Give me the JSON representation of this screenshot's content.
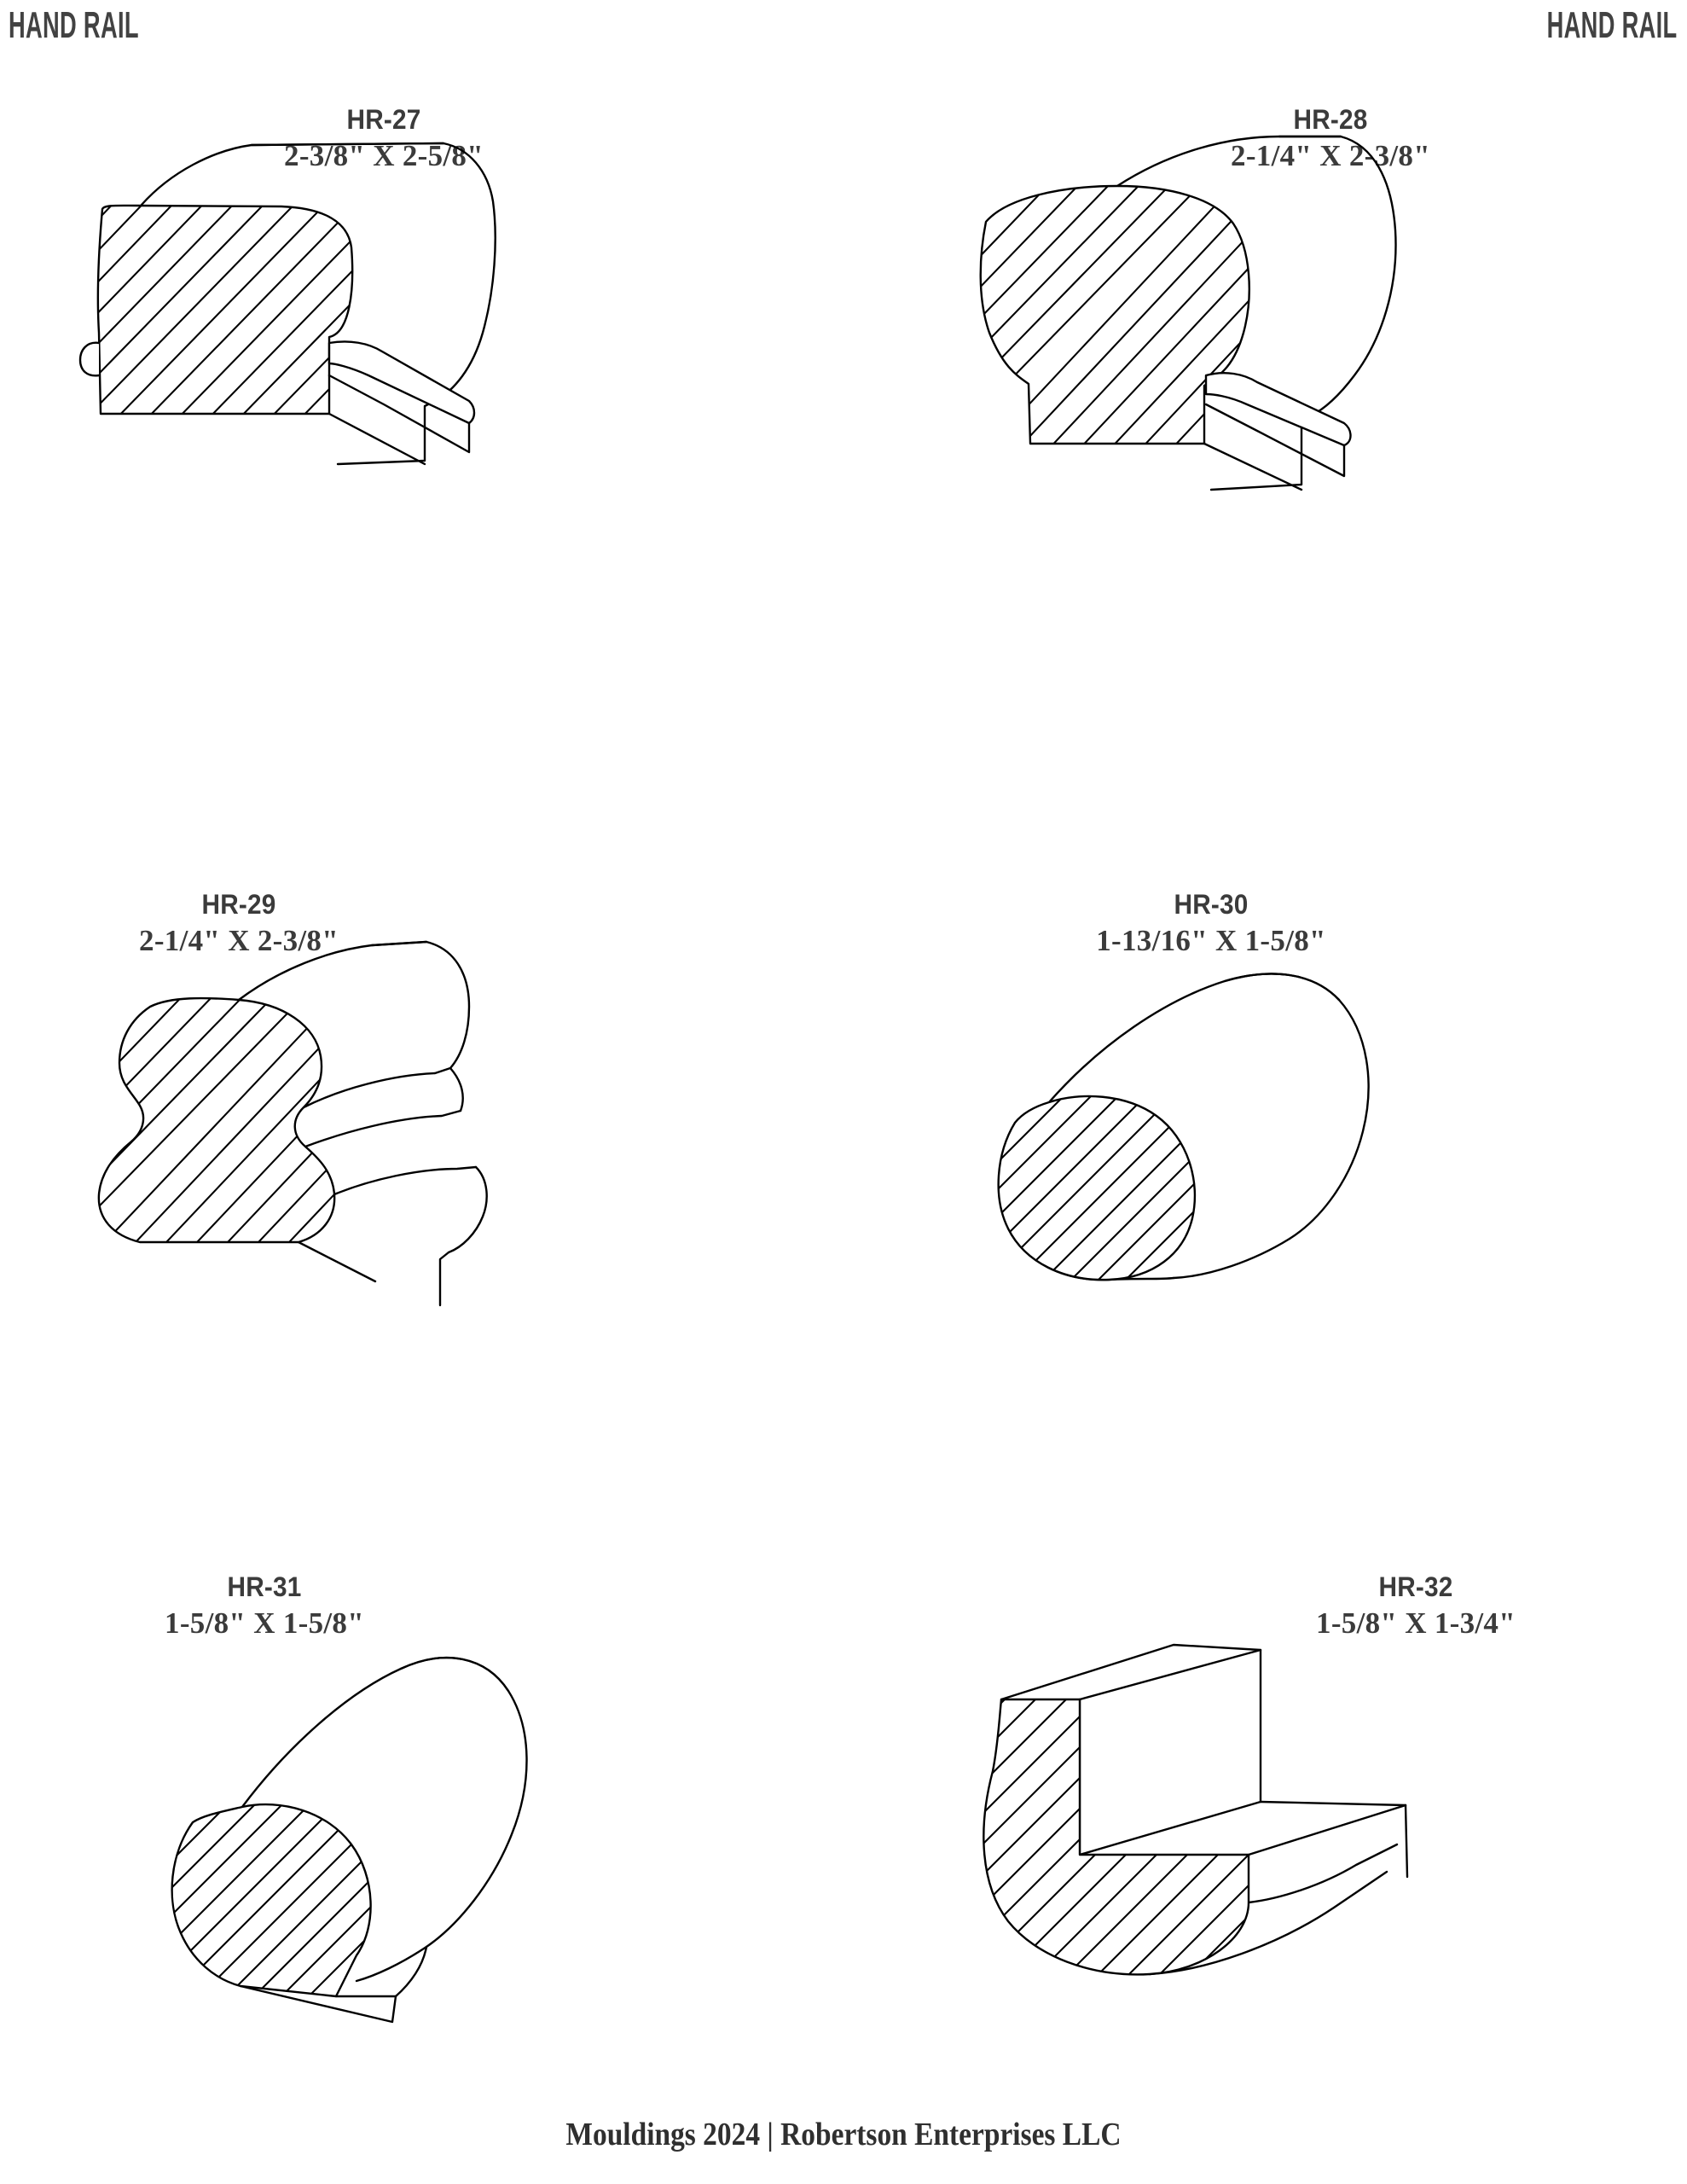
{
  "header": {
    "left_title": "HAND RAIL",
    "right_title": "HAND RAIL",
    "color": "#424242"
  },
  "footer": {
    "text": "Mouldings 2024 | Robertson Enterprises LLC",
    "color": "#2f2f2f"
  },
  "page": {
    "background": "#ffffff",
    "ink": "#000000",
    "category": "HAND RAIL"
  },
  "products": [
    {
      "code": "HR-27",
      "dimensions": "2-3/8\" X 2-5/8\"",
      "width_in": "2-3/8",
      "height_in": "2-5/8",
      "profile": "wide-radiused-top-with-side-fillets",
      "column": "left",
      "row": 1
    },
    {
      "code": "HR-28",
      "dimensions": "2-1/4\" X 2-3/8\"",
      "width_in": "2-1/4",
      "height_in": "2-3/8",
      "profile": "mushroom-top-with-side-fillets",
      "column": "right",
      "row": 1
    },
    {
      "code": "HR-29",
      "dimensions": "2-1/4\" X 2-3/8\"",
      "width_in": "2-1/4",
      "height_in": "2-3/8",
      "profile": "double-ogee-colonial",
      "column": "left",
      "row": 2
    },
    {
      "code": "HR-30",
      "dimensions": "1-13/16\" X 1-5/8\"",
      "width_in": "1-13/16",
      "height_in": "1-5/8",
      "profile": "round-oval",
      "column": "right",
      "row": 2
    },
    {
      "code": "HR-31",
      "dimensions": "1-5/8\" X 1-5/8\"",
      "width_in": "1-5/8",
      "height_in": "1-5/8",
      "profile": "round-flat-bottom",
      "column": "left",
      "row": 3
    },
    {
      "code": "HR-32",
      "dimensions": "1-5/8\" X 1-3/4\"",
      "width_in": "1-5/8",
      "height_in": "1-3/4",
      "profile": "notched-l-round-bottom",
      "column": "right",
      "row": 3
    }
  ]
}
